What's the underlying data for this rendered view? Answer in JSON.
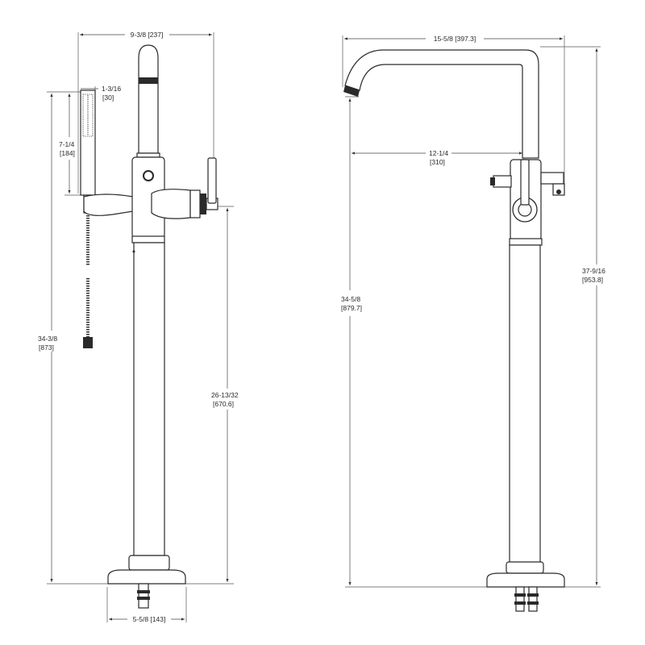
{
  "left_view": {
    "dims": {
      "top_width": "9-3/8 [237]",
      "handshower_width_a": "1-3/16",
      "handshower_width_b": "[30]",
      "handshower_len_a": "7-1/4",
      "handshower_len_b": "[184]",
      "total_height_a": "34-3/8",
      "total_height_b": "[873]",
      "handle_height_a": "26-13/32",
      "handle_height_b": "[670.6]",
      "base_width": "5-5/8  [143]"
    }
  },
  "right_view": {
    "dims": {
      "top_width": "15-5/8  [397.3]",
      "spout_reach_a": "12-1/4",
      "spout_reach_b": "[310]",
      "spout_height_a": "34-5/8",
      "spout_height_b": "[879.7]",
      "total_height_a": "37-9/16",
      "total_height_b": "[953.8]"
    }
  }
}
